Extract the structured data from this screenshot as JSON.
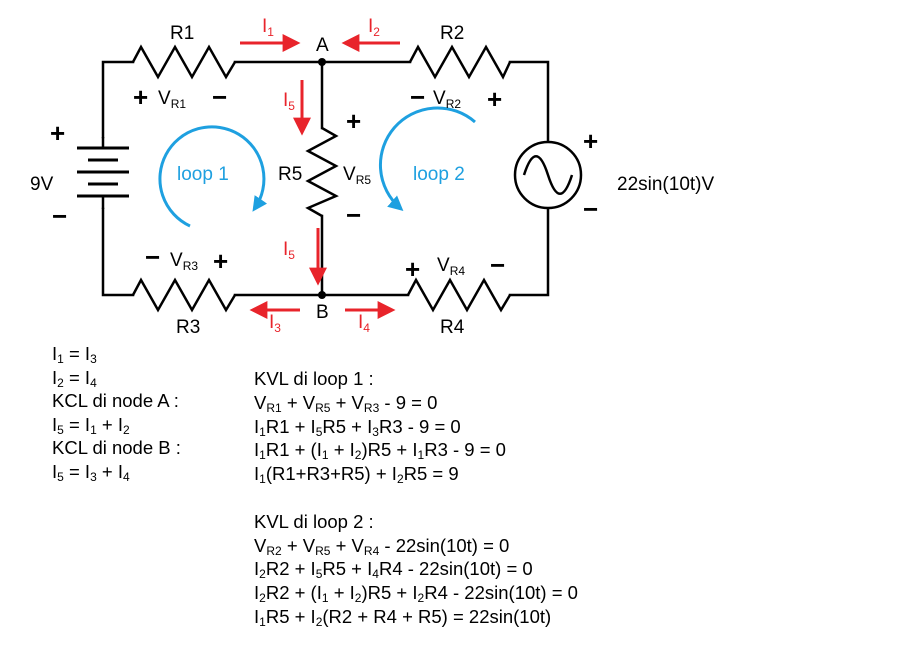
{
  "colors": {
    "wire": "#000000",
    "current": "#e8242b",
    "loop": "#1ea0e0"
  },
  "components": {
    "r1": "R1",
    "r2": "R2",
    "r3": "R3",
    "r4": "R4",
    "r5": "R5",
    "node_a": "A",
    "node_b": "B",
    "battery": "9V",
    "ac_source": "22sin(10t)V",
    "icon": "ac-source-sine-icon"
  },
  "voltages": {
    "vr1": {
      "base": "V",
      "sub": "R1"
    },
    "vr2": {
      "base": "V",
      "sub": "R2"
    },
    "vr3": {
      "base": "V",
      "sub": "R3"
    },
    "vr4": {
      "base": "V",
      "sub": "R4"
    },
    "vr5": {
      "base": "V",
      "sub": "R5"
    }
  },
  "currents": {
    "i1": {
      "base": "I",
      "sub": "1"
    },
    "i2": {
      "base": "I",
      "sub": "2"
    },
    "i3": {
      "base": "I",
      "sub": "3"
    },
    "i4": {
      "base": "I",
      "sub": "4"
    },
    "i5_top": {
      "base": "I",
      "sub": "5"
    },
    "i5_bottom": {
      "base": "I",
      "sub": "5"
    }
  },
  "loops": {
    "loop1": "loop 1",
    "loop2": "loop 2"
  },
  "signs": {
    "plus": "+",
    "minus": "−"
  },
  "equations": {
    "left": [
      [
        "I",
        {
          "sub": "1"
        },
        " = I",
        {
          "sub": "3"
        }
      ],
      [
        "I",
        {
          "sub": "2"
        },
        " = I",
        {
          "sub": "4"
        }
      ],
      [
        "KCL di node A :"
      ],
      [
        "I",
        {
          "sub": "5"
        },
        " = I",
        {
          "sub": "1"
        },
        " + I",
        {
          "sub": "2"
        }
      ],
      [
        "KCL di node B :"
      ],
      [
        "I",
        {
          "sub": "5"
        },
        " = I",
        {
          "sub": "3"
        },
        " + I",
        {
          "sub": "4"
        }
      ]
    ],
    "right": [
      [
        "KVL di loop 1 :"
      ],
      [
        "V",
        {
          "sub": "R1"
        },
        " + V",
        {
          "sub": "R5"
        },
        " + V",
        {
          "sub": "R3"
        },
        " - 9 = 0"
      ],
      [
        "I",
        {
          "sub": "1"
        },
        "R1 + I",
        {
          "sub": "5"
        },
        "R5 + I",
        {
          "sub": "3"
        },
        "R3 - 9 = 0"
      ],
      [
        "I",
        {
          "sub": "1"
        },
        "R1 + (I",
        {
          "sub": "1"
        },
        " + I",
        {
          "sub": "2"
        },
        ")R5 + I",
        {
          "sub": "1"
        },
        "R3 - 9 = 0"
      ],
      [
        "I",
        {
          "sub": "1"
        },
        "(R1+R3+R5) + I",
        {
          "sub": "2"
        },
        "R5  = 9"
      ],
      [
        ""
      ],
      [
        "KVL di loop 2 :"
      ],
      [
        "V",
        {
          "sub": "R2"
        },
        " + V",
        {
          "sub": "R5"
        },
        " + V",
        {
          "sub": "R4"
        },
        " - 22sin(10t) = 0"
      ],
      [
        "I",
        {
          "sub": "2"
        },
        "R2 + I",
        {
          "sub": "5"
        },
        "R5 + I",
        {
          "sub": "4"
        },
        "R4 - 22sin(10t) = 0"
      ],
      [
        "I",
        {
          "sub": "2"
        },
        "R2 + (I",
        {
          "sub": "1"
        },
        " + I",
        {
          "sub": "2"
        },
        ")R5 + I",
        {
          "sub": "2"
        },
        "R4 - 22sin(10t) = 0"
      ],
      [
        "I",
        {
          "sub": "1"
        },
        "R5 + I",
        {
          "sub": "2"
        },
        "(R2 + R4 + R5) = 22sin(10t)"
      ]
    ]
  }
}
